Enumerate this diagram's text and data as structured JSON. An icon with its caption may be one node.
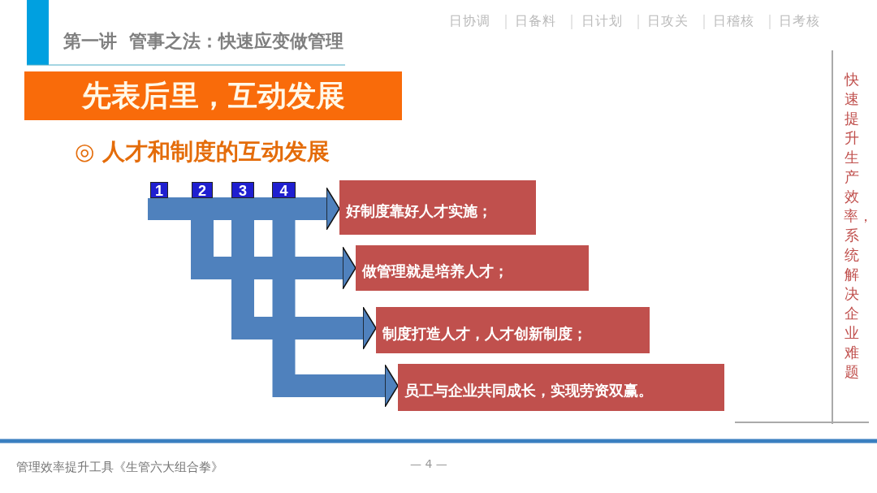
{
  "diagram": {
    "title": "先表后里，互动发展",
    "nodes": [
      {
        "text": [
          "1"
        ]
      },
      {
        "text": [
          "2"
        ]
      },
      {
        "text": [
          "3"
        ]
      },
      {
        "text": [
          "4"
        ]
      },
      {
        "text": [
          "好制度靠好人才实施；"
        ]
      },
      {
        "text": [
          "做管理就是培养人才；"
        ]
      },
      {
        "text": [
          "制度打造人才，人才创新制度；"
        ]
      },
      {
        "text": [
          "员工与企业共同成长，实现劳资双赢。"
        ]
      }
    ],
    "edges": [
      {
        "from": 0,
        "to": 4,
        "arrow": "to"
      },
      {
        "from": 1,
        "to": 5,
        "arrow": "to"
      },
      {
        "from": 2,
        "to": 6,
        "arrow": "to"
      },
      {
        "from": 3,
        "to": 7,
        "arrow": "to"
      }
    ],
    "labels": [
      "第一讲  管事之法：快速应变做管理",
      "日协调",
      "日备料",
      "日计划",
      "日攻关",
      "日稽核",
      "日考核",
      "◎ 人才和制度的互动发展",
      "快速提升生产效率，系统解决企业难题",
      "管理效率提升工具《生管六大组合拳》",
      "— 4 —"
    ]
  }
}
